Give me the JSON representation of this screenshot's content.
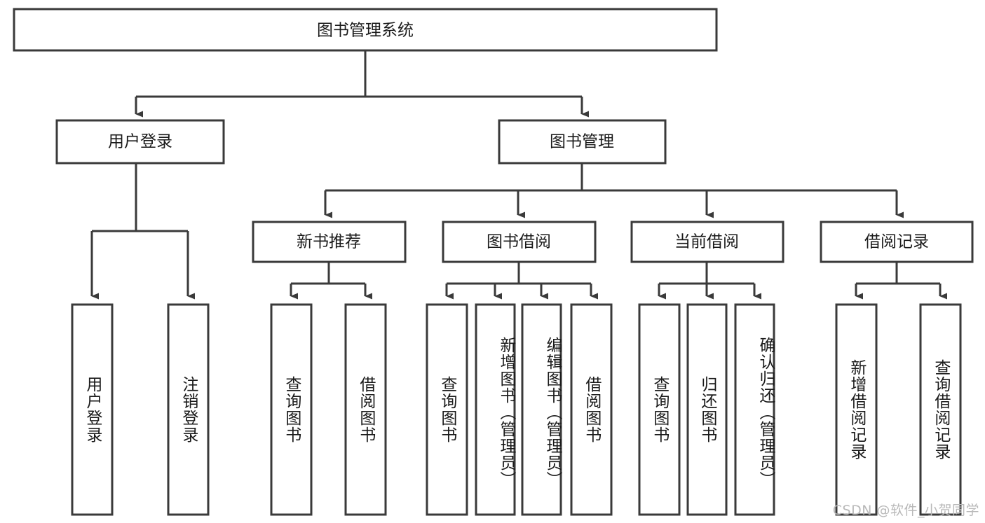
{
  "diagram": {
    "type": "tree-hierarchy",
    "title": "图书管理系统",
    "watermark": "CSDN @软件_小贺同学",
    "colors": {
      "stroke": "#3a3a3a",
      "fill": "#ffffff",
      "text": "#1a1a1a",
      "watermark": "#b9b9b9"
    },
    "levels": {
      "root": {
        "label": "图书管理系统"
      },
      "level1": [
        {
          "label": "用户登录"
        },
        {
          "label": "图书管理"
        }
      ],
      "level2": [
        {
          "label": "新书推荐"
        },
        {
          "label": "图书借阅"
        },
        {
          "label": "当前借阅"
        },
        {
          "label": "借阅记录"
        }
      ]
    },
    "nodes": {
      "root": {
        "label": "图书管理系统"
      },
      "user_login": {
        "label": "用户登录"
      },
      "book_manage": {
        "label": "图书管理"
      },
      "new_book_rec": {
        "label": "新书推荐"
      },
      "book_borrow": {
        "label": "图书借阅"
      },
      "current_borrow": {
        "label": "当前借阅"
      },
      "borrow_record": {
        "label": "借阅记录"
      },
      "leaf_user_login": {
        "label": "用户登录"
      },
      "leaf_logout": {
        "label": "注销登录"
      },
      "leaf_query_book_1": {
        "label": "查询图书"
      },
      "leaf_borrow_book_1": {
        "label": "借阅图书"
      },
      "leaf_query_book_2": {
        "label": "查询图书"
      },
      "leaf_add_book": {
        "label": "新增图书（管理员）"
      },
      "leaf_edit_book": {
        "label": "编辑图书（管理员）"
      },
      "leaf_borrow_book_2": {
        "label": "借阅图书"
      },
      "leaf_query_book_3": {
        "label": "查询图书"
      },
      "leaf_return_book": {
        "label": "归还图书"
      },
      "leaf_confirm_return": {
        "label": "确认归还（管理员）"
      },
      "leaf_add_record": {
        "label": "新增借阅记录"
      },
      "leaf_query_record": {
        "label": "查询借阅记录"
      }
    },
    "edges": [
      {
        "from": "root",
        "to": "user_login"
      },
      {
        "from": "root",
        "to": "book_manage"
      },
      {
        "from": "user_login",
        "to": "leaf_user_login"
      },
      {
        "from": "user_login",
        "to": "leaf_logout"
      },
      {
        "from": "book_manage",
        "to": "new_book_rec"
      },
      {
        "from": "book_manage",
        "to": "book_borrow"
      },
      {
        "from": "book_manage",
        "to": "current_borrow"
      },
      {
        "from": "book_manage",
        "to": "borrow_record"
      },
      {
        "from": "new_book_rec",
        "to": "leaf_query_book_1"
      },
      {
        "from": "new_book_rec",
        "to": "leaf_borrow_book_1"
      },
      {
        "from": "book_borrow",
        "to": "leaf_query_book_2"
      },
      {
        "from": "book_borrow",
        "to": "leaf_add_book"
      },
      {
        "from": "book_borrow",
        "to": "leaf_edit_book"
      },
      {
        "from": "book_borrow",
        "to": "leaf_borrow_book_2"
      },
      {
        "from": "current_borrow",
        "to": "leaf_query_book_3"
      },
      {
        "from": "current_borrow",
        "to": "leaf_return_book"
      },
      {
        "from": "current_borrow",
        "to": "leaf_confirm_return"
      },
      {
        "from": "borrow_record",
        "to": "leaf_add_record"
      },
      {
        "from": "borrow_record",
        "to": "leaf_query_record"
      }
    ]
  }
}
